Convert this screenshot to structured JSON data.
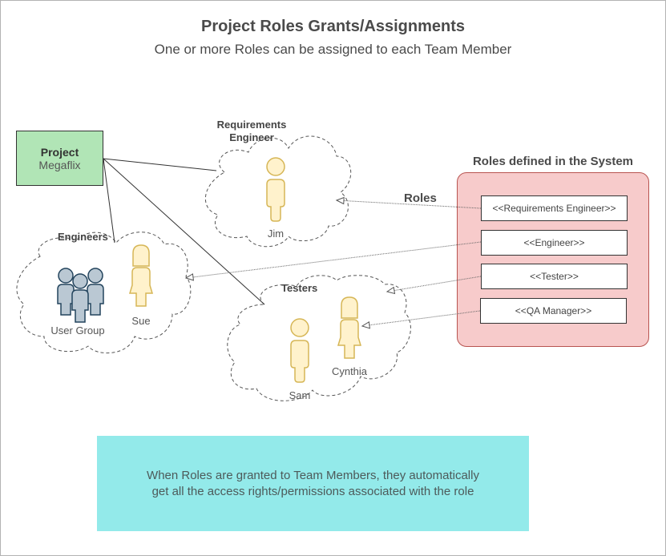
{
  "diagram": {
    "title": "Project Roles Grants/Assignments",
    "subtitle": "One or more Roles can be assigned to each Team Member",
    "project": {
      "label": "Project",
      "name": "Megaflix",
      "fill": "#b1e5b6"
    },
    "groups": [
      {
        "id": "req-eng",
        "label_line1": "Requirements",
        "label_line2": "Engineer",
        "members": [
          {
            "name": "Jim",
            "icon": "person-icon"
          }
        ]
      },
      {
        "id": "engineers",
        "label": "Engineers",
        "members": [
          {
            "name": "User Group",
            "icon": "user-group-icon"
          },
          {
            "name": "Sue",
            "icon": "person-female-icon"
          }
        ]
      },
      {
        "id": "testers",
        "label": "Testers",
        "members": [
          {
            "name": "Sam",
            "icon": "person-icon"
          },
          {
            "name": "Cynthia",
            "icon": "person-female-icon"
          }
        ]
      }
    ],
    "roles_panel": {
      "title": "Roles defined in the System",
      "fill": "#f7cbcb",
      "stroke": "#b85450",
      "roles": [
        "<<Requirements Engineer>>",
        "<<Engineer>>",
        "<<Tester>>",
        "<<QA Manager>>"
      ]
    },
    "roles_link_label": "Roles",
    "note": {
      "line1": "When Roles are granted to Team Members, they automatically",
      "line2": "get all the access rights/permissions associated with the role",
      "fill": "#93eaea"
    },
    "colors": {
      "person_fill": "#fff2cc",
      "person_stroke": "#d6b656",
      "group_fill": "#bac8d3",
      "group_stroke": "#23445d"
    }
  }
}
